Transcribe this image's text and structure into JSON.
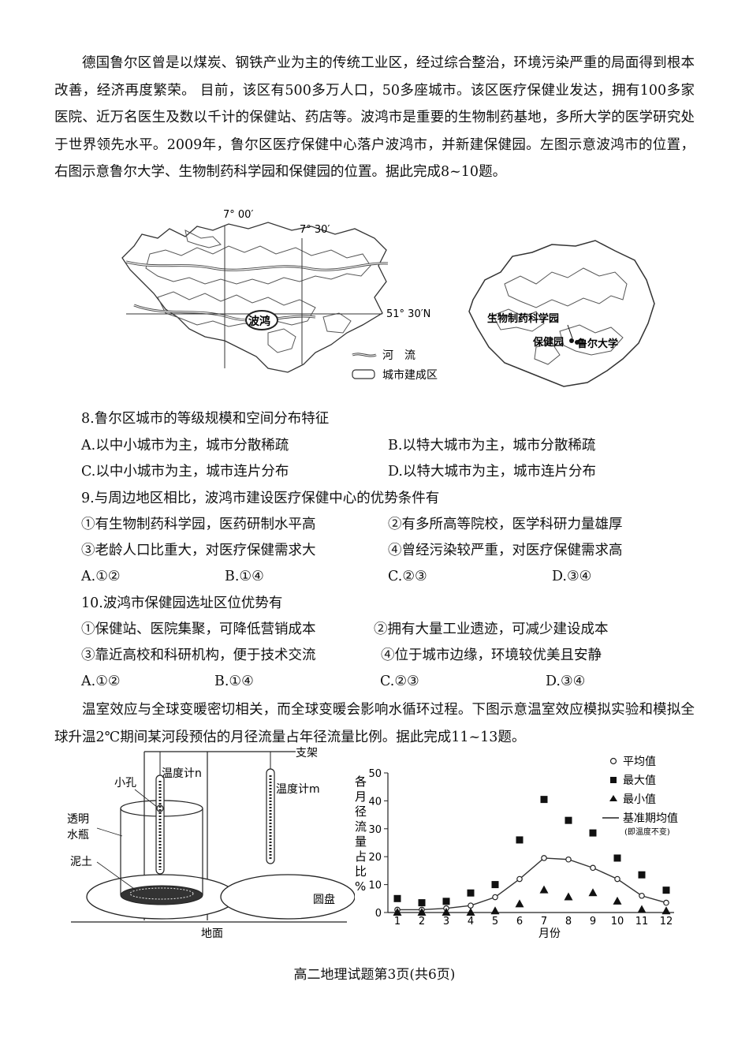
{
  "passage1": "德国鲁尔区曾是以煤炭、钢铁产业为主的传统工业区，经过综合整治，环境污染严重的局面得到根本改善，经济再度繁荣。 目前，该区有500多万人口，50多座城市。该区医疗保健业发达，拥有100多家医院、近万名医生及数以千计的保健站、药店等。波鸿市是重要的生物制药基地，多所大学的医学研究处于世界领先水平。2009年，鲁尔区医疗保健中心落户波鸿市，并新建保健园。左图示意波鸿市的位置，右图示意鲁尔大学、生物制药科学园和保健园的位置。据此完成8~10题。",
  "map_left": {
    "lon1": "7° 00′",
    "lon2": "7° 30′",
    "lat": "51° 30′N",
    "city": "波鸿",
    "legend_river": "河　流",
    "legend_urban": "城市建成区"
  },
  "map_right": {
    "label_park": "生物制药科学园",
    "label_health": "保健园",
    "label_univ": "鲁尔大学"
  },
  "q8": {
    "stem": "8.鲁尔区城市的等级规模和空间分布特征",
    "A": "A.以中小城市为主，城市分散稀疏",
    "B": "B.以特大城市为主，城市分散稀疏",
    "C": "C.以中小城市为主，城市连片分布",
    "D": "D.以特大城市为主，城市连片分布"
  },
  "q9": {
    "stem": "9.与周边地区相比，波鸿市建设医疗保健中心的优势条件有",
    "s1": "①有生物制药科学园，医药研制水平高",
    "s2": "②有多所高等院校，医学科研力量雄厚",
    "s3": "③老龄人口比重大，对医疗保健需求大",
    "s4": "④曾经污染较严重，对医疗保健需求高",
    "A": "A.①②",
    "B": "B.①④",
    "C": "C.②③",
    "D": "D.③④"
  },
  "q10": {
    "stem": "10.波鸿市保健园选址区位优势有",
    "s1": "①保健站、医院集聚，可降低营销成本",
    "s2": "②拥有大量工业遗迹，可减少建设成本",
    "s3": "③靠近高校和科研机构，便于技术交流",
    "s4": "④位于城市边缘，环境较优美且安静",
    "A": "A.①②",
    "B": "B.①④",
    "C": "C.②③",
    "D": "D.③④"
  },
  "passage2": "温室效应与全球变暖密切相关，而全球变暖会影响水循环过程。下图示意温室效应模拟实验和模拟全球升温2℃期间某河段预估的月径流量占年径流量比例。据此完成11~13题。",
  "experiment": {
    "support": "支架",
    "hole": "小孔",
    "thermo_n": "温度计n",
    "thermo_m": "温度计m",
    "bottle1": "透明",
    "bottle2": "水瓶",
    "soil": "泥土",
    "disc": "圆盘",
    "ground": "地面"
  },
  "chart_data": {
    "type": "scatter",
    "ylabel": "各月径流量占比%",
    "xlabel": "月份",
    "ylim": [
      0,
      50
    ],
    "yticks": [
      "0",
      "10",
      "20",
      "30",
      "40",
      "50"
    ],
    "categories": [
      "1",
      "2",
      "3",
      "4",
      "5",
      "6",
      "7",
      "8",
      "9",
      "10",
      "11",
      "12"
    ],
    "legend": {
      "avg": "平均值",
      "max": "最大值",
      "min": "最小值",
      "base": "基准期均值",
      "base_note": "(即温度不变)"
    },
    "series": [
      {
        "name": "平均值",
        "marker": "circle",
        "values": [
          1,
          1,
          1.5,
          2.5,
          5.5,
          12,
          19.5,
          19,
          16,
          12,
          6,
          3.5
        ]
      },
      {
        "name": "最大值",
        "marker": "square",
        "values": [
          5,
          3.5,
          4,
          7,
          10,
          26,
          40.5,
          33,
          28.5,
          19.5,
          13.5,
          8
        ]
      },
      {
        "name": "最小值",
        "marker": "triangle",
        "values": [
          0,
          0,
          0,
          0,
          0.5,
          3,
          8,
          5.5,
          7,
          4,
          1,
          0.5
        ]
      },
      {
        "name": "基准期均值",
        "marker": "line",
        "values": [
          1,
          1,
          1.5,
          2.5,
          5.5,
          12,
          19.5,
          19,
          16,
          12,
          6,
          3.5
        ]
      }
    ]
  },
  "footer": "高二地理试题第3页(共6页)"
}
